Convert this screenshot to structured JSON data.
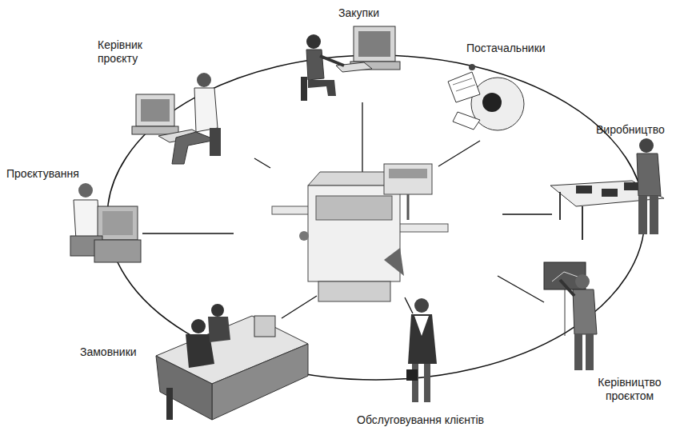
{
  "diagram": {
    "labels": [
      "Керівник проєкту",
      "Закупки",
      "Постачальники",
      "Проєктування",
      "Виробництво",
      "Замовники",
      "Керівництво проєктом",
      "Обслуговування клієнтів"
    ]
  }
}
